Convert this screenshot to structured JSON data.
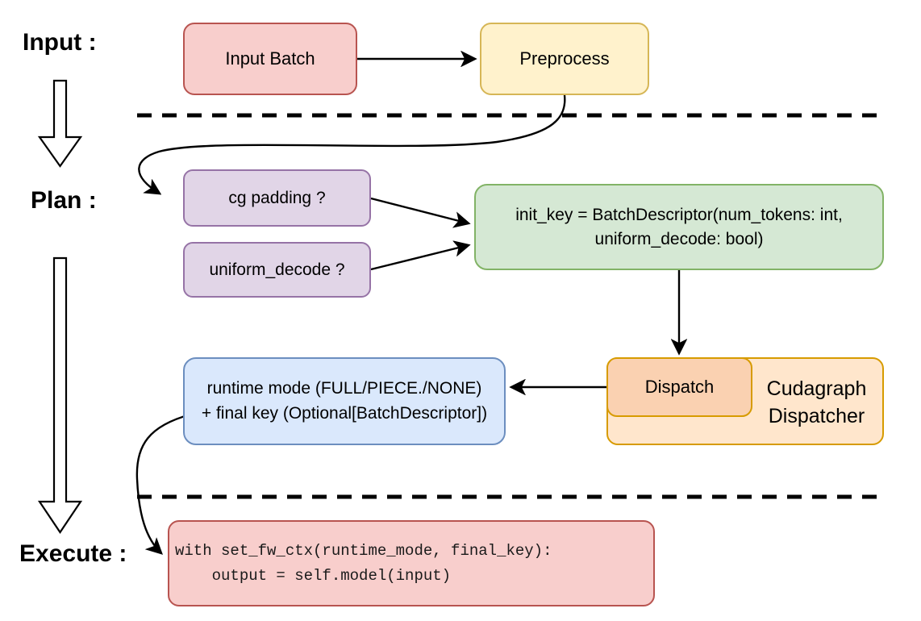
{
  "diagram": {
    "title_hint": "cudagraph dispatch flow",
    "section_labels": {
      "input": "Input :",
      "plan": "Plan :",
      "execute": "Execute :"
    },
    "nodes": {
      "input_batch": "Input Batch",
      "preprocess": "Preprocess",
      "cg_padding": "cg padding ?",
      "uniform_decode": "uniform_decode ?",
      "init_key_line1": "init_key = BatchDescriptor(num_tokens: int,",
      "init_key_line2": "uniform_decode: bool)",
      "dispatch": "Dispatch",
      "dispatcher_line1": "Cudagraph",
      "dispatcher_line2": "Dispatcher",
      "runtime_line1": "runtime mode (FULL/PIECE./NONE)",
      "runtime_line2": "+ final key (Optional[BatchDescriptor])",
      "code_line1": "with set_fw_ctx(runtime_mode, final_key):",
      "code_line2": "    output = self.model(input)"
    },
    "colors": {
      "red-fill": "#F8CECC",
      "red-stroke": "#B85450",
      "yellow-fill": "#FFF2CC",
      "yellow-stroke": "#D6B656",
      "purple-fill": "#E1D5E7",
      "purple-stroke": "#9673A6",
      "green-fill": "#D5E8D4",
      "green-stroke": "#82B366",
      "blue-fill": "#DAE8FC",
      "blue-stroke": "#6C8EBF",
      "orange-fill": "#FFE6CC",
      "orange-stroke": "#D79B00",
      "orange-inner-fill": "#FAD1B1",
      "line": "#000000"
    }
  }
}
